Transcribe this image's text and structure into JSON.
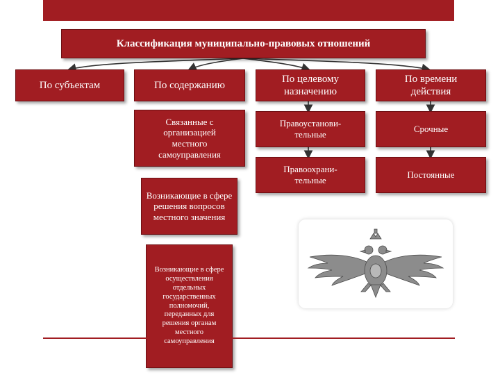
{
  "title": "Классификация муниципально-правовых отношений",
  "categories": [
    {
      "label": "По субъектам"
    },
    {
      "label": "По содержанию"
    },
    {
      "label": "По целевому назначению"
    },
    {
      "label": "По времени действия"
    }
  ],
  "content_items": [
    "Связанные с организацией местного самоуправления",
    "Возникающие в сфере решения вопросов местного значения",
    "Возникающие в сфере осуществления отдельных государственных полномочий, переданных для решения органам местного самоуправления"
  ],
  "purpose_items": [
    "Правоустанови-тельные",
    "Правоохрани-тельные"
  ],
  "time_items": [
    "Срочные",
    "Постоянные"
  ],
  "colors": {
    "box": "#a11d22",
    "text": "#ffffff",
    "line": "#333333"
  },
  "emblem": {
    "icon": "double-headed-eagle-icon"
  }
}
